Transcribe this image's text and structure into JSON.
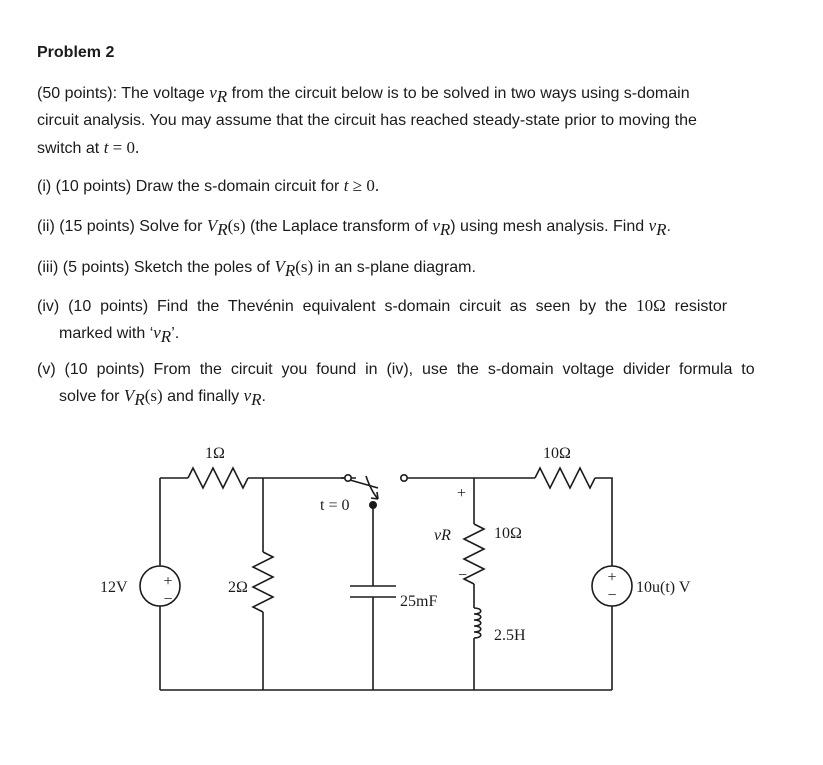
{
  "problem": {
    "title": "Problem 2",
    "intro": {
      "line1_a": "(50 points): The voltage ",
      "v": "v",
      "R": "R",
      "line1_b": " from the circuit below is to be solved in two ways using s-domain",
      "line2": "circuit analysis.  You may assume that the circuit has reached steady-state prior to moving the",
      "line3_a": "switch at ",
      "t": "t",
      "line3_b": " = 0."
    },
    "part1": {
      "text": "(i) (10 points) Draw the s-domain circuit for ",
      "t": "t",
      "cond": " ≥ 0."
    },
    "part2": {
      "a": "(ii) (15 points) Solve for ",
      "V": "V",
      "R": "R",
      "s": "(s)",
      "b": " (the Laplace transform of ",
      "v": "v",
      "c": ") using mesh analysis.  Find ",
      "d": "."
    },
    "part3": {
      "a": "(iii) (5 points) Sketch the poles of ",
      "V": "V",
      "R": "R",
      "s": "(s)",
      "b": " in an s-plane diagram."
    },
    "part4": {
      "a": "(iv)  (10  points)  Find  the  Thevénin  equivalent  s-domain  circuit  as  seen  by  the  ",
      "ohm": "10Ω",
      "b": "  resistor",
      "c": "marked with ‘",
      "v": "v",
      "R": "R",
      "d": "’."
    },
    "part5": {
      "a": "(v)  (10  points)  From  the  circuit  you  found  in  (iv),  use  the  s-domain  voltage  divider  formula  to",
      "b": "solve for ",
      "V": "V",
      "R": "R",
      "s": "(s)",
      "c": " and finally ",
      "v": "v",
      "d": "."
    }
  },
  "circuit": {
    "r1": "1Ω",
    "r2": "2Ω",
    "r3": "10Ω",
    "r4": "10Ω",
    "source1": "12V",
    "source2": "10u(t) V",
    "cap": "25mF",
    "ind": "2.5H",
    "switch_label": "t = 0",
    "vr_label": "vR",
    "plus": "+",
    "minus": "−"
  }
}
